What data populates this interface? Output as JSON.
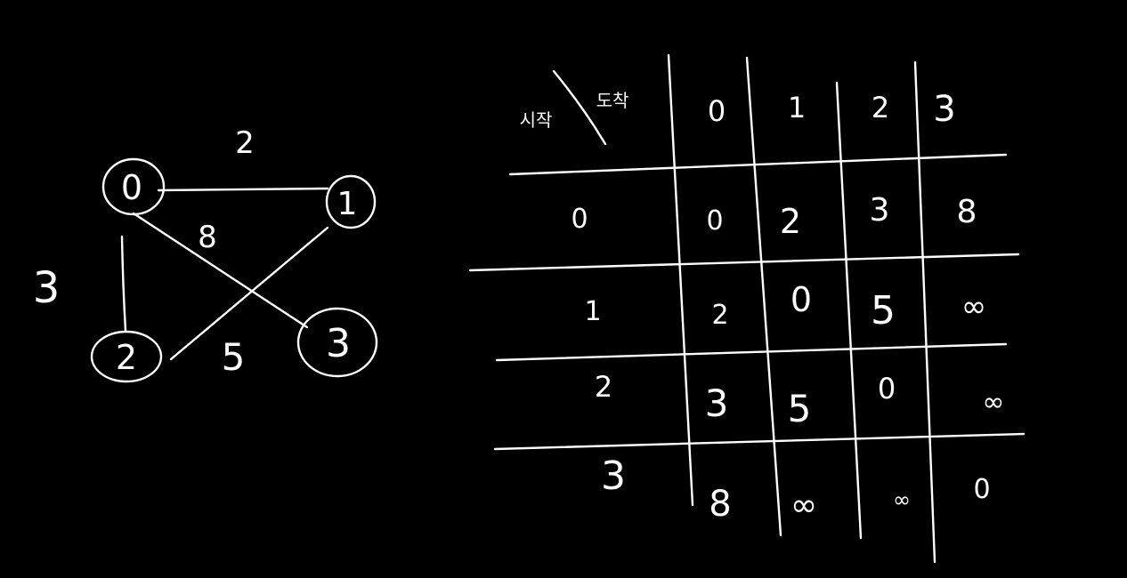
{
  "colors": {
    "background": "#000000",
    "ink": "#ffffff"
  },
  "graph": {
    "nodes": [
      {
        "id": "0",
        "label": "0"
      },
      {
        "id": "1",
        "label": "1"
      },
      {
        "id": "2",
        "label": "2"
      },
      {
        "id": "3",
        "label": "3"
      }
    ],
    "edges": [
      {
        "from": "0",
        "to": "1",
        "weight": "2"
      },
      {
        "from": "0",
        "to": "2",
        "weight": "3"
      },
      {
        "from": "0",
        "to": "3",
        "weight": "8"
      },
      {
        "from": "1",
        "to": "2",
        "weight": "5"
      }
    ]
  },
  "matrix": {
    "header_corner_left": "시작",
    "header_corner_right": "도착",
    "column_headers": [
      "0",
      "1",
      "2",
      "3"
    ],
    "row_headers": [
      "0",
      "1",
      "2",
      "3"
    ],
    "cells": [
      [
        "0",
        "2",
        "3",
        "8"
      ],
      [
        "2",
        "0",
        "5",
        "∞"
      ],
      [
        "3",
        "5",
        "0",
        "∞"
      ],
      [
        "8",
        "∞",
        "∞",
        "0"
      ]
    ]
  }
}
